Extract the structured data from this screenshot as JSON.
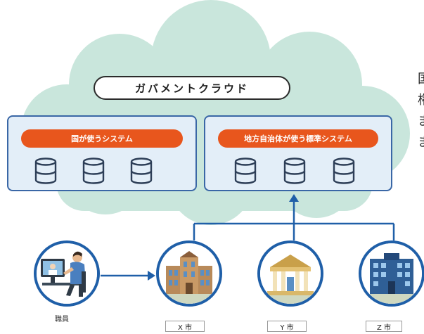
{
  "cloud": {
    "title": "ガバメントクラウド",
    "panels": [
      {
        "label": "国が使うシステム",
        "databases": 3
      },
      {
        "label": "地方自治体が使う標準システム",
        "databases": 3
      }
    ]
  },
  "side_text": [
    "国",
    "権",
    "ま",
    "ま"
  ],
  "staff": {
    "caption": "職員"
  },
  "cities": [
    {
      "label": "X 市"
    },
    {
      "label": "Y 市"
    },
    {
      "label": "Z 市"
    }
  ],
  "colors": {
    "cloud": "#c9e6dc",
    "panel_border": "#3a67a6",
    "panel_fill": "#e3eef8",
    "label_pill": "#e8561d",
    "connector": "#1f5fa8"
  }
}
